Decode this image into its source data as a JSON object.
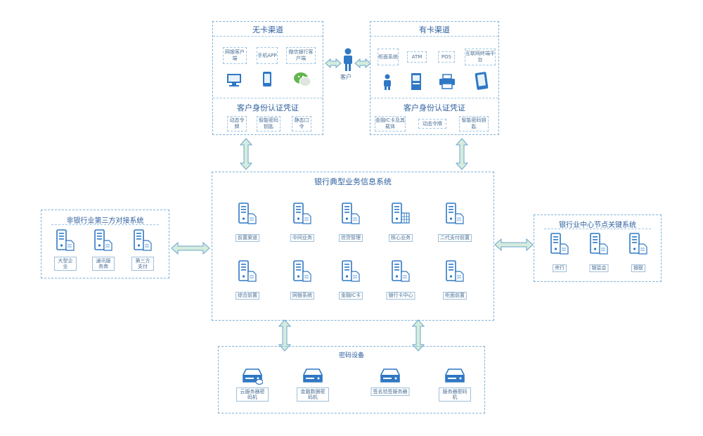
{
  "no_card": {
    "title": "无卡渠道",
    "channels": [
      "网银客户端",
      "手机APP",
      "微信银行客户端"
    ],
    "cred_title": "客户身份认证凭证",
    "creds": [
      "动态令牌",
      "智能密码钥匙",
      "静态口令"
    ]
  },
  "card": {
    "title": "有卡渠道",
    "channels": [
      "柜面系统",
      "ATM",
      "POS",
      "互联网终端平台"
    ],
    "cred_title": "客户身份认证凭证",
    "creds": [
      "金融IC卡及其载体",
      "动态令牌",
      "智能密码钥匙"
    ]
  },
  "customer": {
    "label": "客户"
  },
  "core": {
    "title": "银行典型业务信息系统",
    "systems": [
      "前置渠道",
      "中间业务",
      "信贷管理",
      "核心业务",
      "二代支付前置",
      "综合前置",
      "网银系统",
      "金融IC卡",
      "银行卡中心",
      "柜面前置"
    ]
  },
  "third_party": {
    "title": "非银行业第三方对接系统",
    "items": [
      "大型企业",
      "通讯服务商",
      "第三方支付"
    ]
  },
  "central": {
    "title": "银行业中心节点关键系统",
    "items": [
      "央行",
      "银监会",
      "银联"
    ]
  },
  "crypto": {
    "title": "密码设备",
    "items": [
      "云服务器密码机",
      "金融数据密码机",
      "签名验签服务器",
      "服务器密码机"
    ]
  },
  "colors": {
    "border": "#7fb2d9",
    "icon": "#2f78c4",
    "arrow_fill": "#d6ecdc",
    "arrow_stroke": "#6aa6cf"
  }
}
